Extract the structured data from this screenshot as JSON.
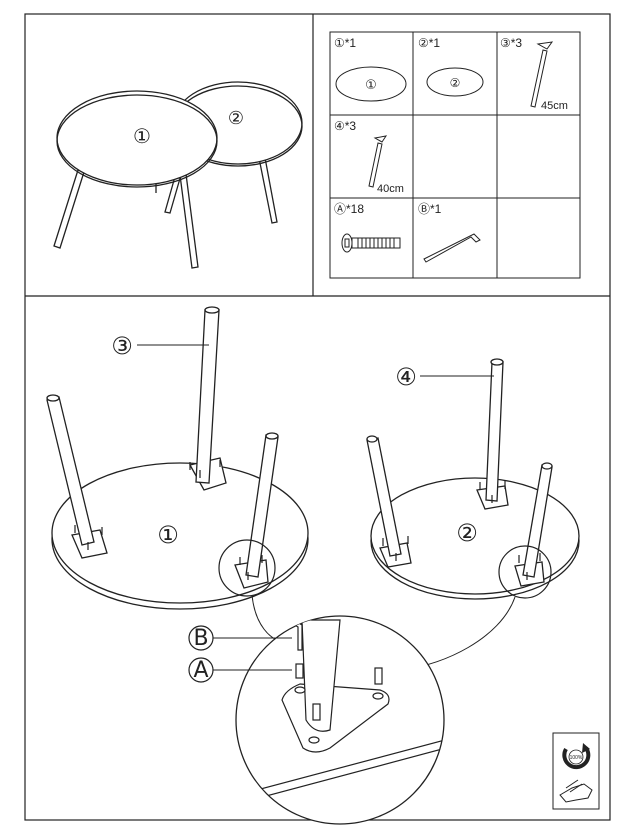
{
  "overview": {
    "table_labels": [
      "①",
      "②"
    ]
  },
  "parts_table": {
    "cells": [
      {
        "id": "part-1",
        "header": "①*1",
        "label": "①"
      },
      {
        "id": "part-2",
        "header": "②*1",
        "label": "②"
      },
      {
        "id": "part-3",
        "header": "③*3",
        "length": "45cm"
      },
      {
        "id": "part-4",
        "header": "④*3",
        "length": "40cm"
      },
      {
        "id": "part-a",
        "header": "Ⓐ*18"
      },
      {
        "id": "part-b",
        "header": "Ⓑ*1"
      }
    ]
  },
  "assembly": {
    "callouts": [
      "③",
      "④"
    ],
    "table_labels": [
      "①",
      "②"
    ],
    "detail_callouts": [
      "B",
      "A"
    ]
  },
  "badge": {
    "text": "100%",
    "icon": "rotate-arrow-icon"
  },
  "colors": {
    "line": "#222222",
    "background": "#ffffff"
  }
}
